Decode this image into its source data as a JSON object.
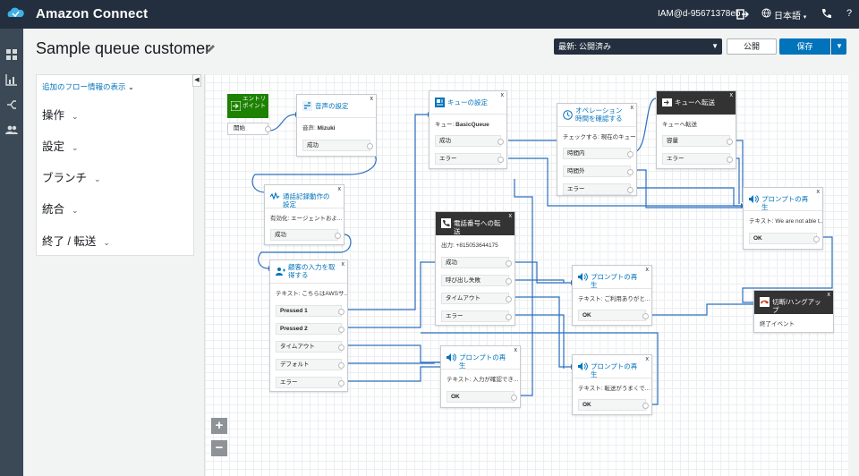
{
  "app": {
    "title": "Amazon Connect",
    "user": "IAM@d-95671378eb",
    "language": "日本語",
    "help": "?",
    "icons": [
      "logout-icon",
      "globe-icon",
      "phone-icon"
    ]
  },
  "page": {
    "title": "Sample queue customer",
    "version_select": "最新: 公開済み",
    "publish_label": "公開",
    "save_label": "保存"
  },
  "panel": {
    "add_info_link": "追加のフロー情報の表示",
    "categories": [
      "操作",
      "設定",
      "ブランチ",
      "統合",
      "終了 / 転送"
    ]
  },
  "rail_icons": [
    "dashboard-icon",
    "metrics-icon",
    "routing-icon",
    "users-icon"
  ],
  "blocks": {
    "entry": {
      "title": "エントリポイント",
      "rows": [
        "開始"
      ]
    },
    "voice": {
      "title": "音声の設定",
      "body_label": "音声:",
      "body_value": "Mizuki",
      "rows": [
        "成功"
      ]
    },
    "recording": {
      "title": "通話記録動作の設定",
      "body": "有効化: エージェントおよ...",
      "rows": [
        "成功"
      ]
    },
    "input": {
      "title": "顧客の入力を取得する",
      "body": "テキスト: こちらはAWSサ...",
      "rows": [
        "Pressed 1",
        "Pressed 2",
        "タイムアウト",
        "デフォルト",
        "エラー"
      ]
    },
    "queue": {
      "title": "キューの設定",
      "body_label": "キュー:",
      "body_value": "BasicQueue",
      "rows": [
        "成功",
        "エラー"
      ]
    },
    "hours": {
      "title": "オペレーション時間を確認する",
      "body": "チェックする: 現在のキュー",
      "rows": [
        "時間内",
        "時間外",
        "エラー"
      ]
    },
    "transfer_queue": {
      "title": "キューへ転送",
      "body": "キューへ転送",
      "rows": [
        "容量",
        "エラー"
      ]
    },
    "transfer_phone": {
      "title": "電話番号への転送",
      "body": "出力: +815053644175",
      "rows": [
        "成功",
        "呼び出し失敗",
        "タイムアウト",
        "エラー"
      ]
    },
    "prompt1": {
      "title": "プロンプトの再生",
      "body": "テキスト: We are not able t...",
      "rows": [
        "OK"
      ]
    },
    "prompt2": {
      "title": "プロンプトの再生",
      "body": "テキスト: ご利用ありがと...",
      "rows": [
        "OK"
      ]
    },
    "prompt3": {
      "title": "プロンプトの再生",
      "body": "テキスト: 入力が確認でき...",
      "rows": [
        "OK"
      ]
    },
    "prompt4": {
      "title": "プロンプトの再生",
      "body": "テキスト: 転送がうまくで...",
      "rows": [
        "OK"
      ]
    },
    "disconnect": {
      "title": "切断/ハングアップ",
      "body": "終了イベント"
    }
  },
  "zoom": {
    "in": "+",
    "out": "−"
  },
  "colors": {
    "topbar": "#232f3e",
    "primary": "#0073bb",
    "entry": "#1d8102",
    "wire": "#2c6fbf"
  }
}
